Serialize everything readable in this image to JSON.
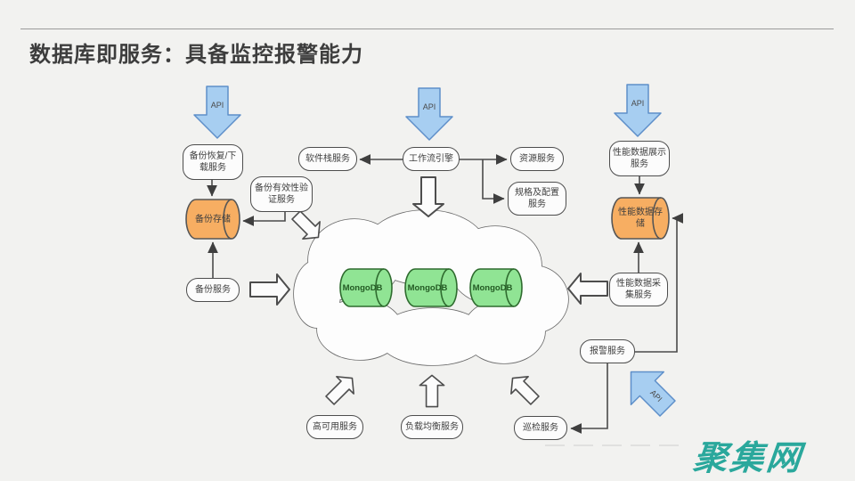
{
  "title": "数据库即服务：具备监控报警能力",
  "watermark": "聚集网",
  "api": {
    "label": "API"
  },
  "nodes": {
    "backup_restore": "备份恢复/下载服务",
    "backup_validate": "备份有效性验证服务",
    "backup_storage": "备份存储",
    "backup_service": "备份服务",
    "software_stack": "软件栈服务",
    "workflow_engine": "工作流引擎",
    "resource_service": "资源服务",
    "spec_config": "规格及配置服务",
    "perf_display": "性能数据展示服务",
    "perf_storage": "性能数据存储",
    "perf_collect": "性能数据采集服务",
    "alarm_service": "报警服务",
    "inspection_service": "巡检服务",
    "high_availability": "高可用服务",
    "load_balance": "负载均衡服务",
    "mongodb": "MongoDB"
  },
  "colors": {
    "background": "#f2f2f0",
    "storage_fill": "#f7ae62",
    "db_fill": "#90e494",
    "api_arrow_fill": "#a7cef1",
    "watermark": "#2aa89c"
  }
}
